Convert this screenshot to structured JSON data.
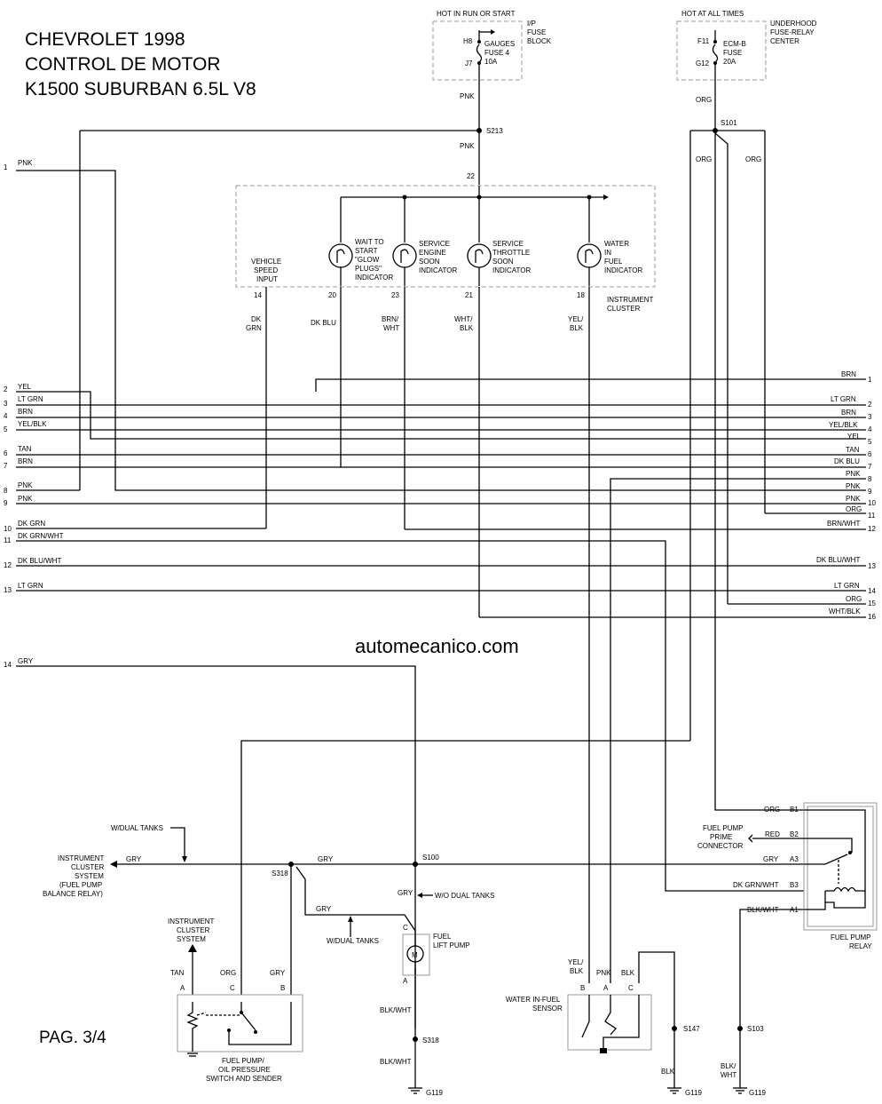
{
  "header": {
    "line1": "CHEVROLET 1998",
    "line2": "CONTROL DE MOTOR",
    "line3": "K1500 SUBURBAN 6.5L V8"
  },
  "page_label": "PAG. 3/4",
  "watermark": "automecanico.com",
  "fuse_ip": {
    "hot_label": "HOT IN RUN OR START",
    "title_1": "I/P",
    "title_2": "FUSE",
    "title_3": "BLOCK",
    "pin_top": "H8",
    "pin_bot": "J7",
    "name_1": "GAUGES",
    "name_2": "FUSE 4",
    "rating": "10A"
  },
  "fuse_ecm": {
    "hot_label": "HOT AT ALL TIMES",
    "title_1": "UNDERHOOD",
    "title_2": "FUSE-RELAY",
    "title_3": "CENTER",
    "pin_top": "F11",
    "pin_bot": "G12",
    "name_1": "ECM-B",
    "name_2": "FUSE",
    "rating": "20A"
  },
  "splices": {
    "s213": "S213",
    "s101": "S101",
    "s100": "S100",
    "s318a": "S318",
    "s318b": "S318",
    "s147": "S147",
    "s103": "S103"
  },
  "grounds": {
    "g1": "G119",
    "g2": "G119",
    "g3": "G119"
  },
  "wires": {
    "pnk_a": "PNK",
    "pnk_b": "PNK",
    "org_a": "ORG",
    "org_b": "ORG",
    "org_c": "ORG",
    "dk": "DK",
    "grn": "GRN",
    "dkblu": "DK BLU",
    "brn": "BRN/",
    "wht": "WHT",
    "whtslash": "WHT/",
    "blk": "BLK",
    "yelslash": "YEL/",
    "blk2": "BLK"
  },
  "cluster": {
    "pin22": "22",
    "vsi": [
      "VEHICLE",
      "SPEED",
      "INPUT"
    ],
    "wait": [
      "WAIT TO",
      "START",
      "\"GLOW",
      "PLUGS\"",
      "INDICATOR"
    ],
    "ses": [
      "SERVICE",
      "ENGINE",
      "SOON",
      "INDICATOR"
    ],
    "sts": [
      "SERVICE",
      "THROTTLE",
      "SOON",
      "INDICATOR"
    ],
    "wif": [
      "WATER",
      "IN",
      "FUEL",
      "INDICATOR"
    ],
    "pins": [
      "14",
      "20",
      "23",
      "21",
      "18"
    ],
    "name_1": "INSTRUMENT",
    "name_2": "CLUSTER"
  },
  "left_connectors": [
    {
      "num": "1",
      "color": "PNK"
    },
    {
      "num": "2",
      "color": "YEL"
    },
    {
      "num": "3",
      "color": "LT GRN"
    },
    {
      "num": "4",
      "color": "BRN"
    },
    {
      "num": "5",
      "color": "YEL/BLK"
    },
    {
      "num": "6",
      "color": "TAN"
    },
    {
      "num": "7",
      "color": "BRN"
    },
    {
      "num": "8",
      "color": "PNK"
    },
    {
      "num": "9",
      "color": "PNK"
    },
    {
      "num": "10",
      "color": "DK GRN"
    },
    {
      "num": "11",
      "color": "DK GRN/WHT"
    },
    {
      "num": "12",
      "color": "DK BLU/WHT"
    },
    {
      "num": "13",
      "color": "LT GRN"
    },
    {
      "num": "14",
      "color": "GRY"
    }
  ],
  "right_connectors": [
    {
      "num": "1",
      "color": "BRN"
    },
    {
      "num": "2",
      "color": "LT GRN"
    },
    {
      "num": "3",
      "color": "BRN"
    },
    {
      "num": "4",
      "color": "YEL/BLK"
    },
    {
      "num": "5",
      "color": "YEL"
    },
    {
      "num": "6",
      "color": "TAN"
    },
    {
      "num": "7",
      "color": "DK BLU"
    },
    {
      "num": "8",
      "color": "PNK"
    },
    {
      "num": "9",
      "color": "PNK"
    },
    {
      "num": "10",
      "color": "PNK"
    },
    {
      "num": "11",
      "color": "ORG"
    },
    {
      "num": "12",
      "color": "BRN/WHT"
    },
    {
      "num": "13",
      "color": "DK BLU/WHT"
    },
    {
      "num": "14",
      "color": "LT GRN"
    },
    {
      "num": "15",
      "color": "ORG"
    },
    {
      "num": "16",
      "color": "WHT/BLK"
    }
  ],
  "lower": {
    "wdual_1": "W/DUAL TANKS",
    "wdual_2": "W/DUAL TANKS",
    "wodual": "W/O DUAL TANKS",
    "ic_sys": [
      "INSTRUMENT",
      "CLUSTER",
      "SYSTEM",
      "(FUEL PUMP",
      "BALANCE RELAY)"
    ],
    "ic_sys2": [
      "INSTRUMENT",
      "CLUSTER",
      "SYSTEM"
    ],
    "gry1": "GRY",
    "gry2": "GRY",
    "gry3": "GRY",
    "gry4": "GRY",
    "gry5": "GRY",
    "tan": "TAN",
    "org": "ORG",
    "gry_b": "GRY",
    "pin_a": "A",
    "pin_c": "C",
    "pin_b": "B",
    "switch": [
      "FUEL PUMP/",
      "OIL PRESSURE",
      "SWITCH AND SENDER"
    ],
    "lift": [
      "FUEL",
      "LIFT PUMP"
    ],
    "lift_c": "C",
    "lift_a": "A",
    "motor": "M",
    "blkwht1": "BLK/WHT",
    "blkwht2": "BLK/WHT",
    "wif": [
      "WATER IN-FUEL",
      "SENSOR"
    ],
    "wif_wires": [
      "YEL/",
      "BLK",
      "PNK",
      "BLK"
    ],
    "wif_pins": [
      "B",
      "A",
      "C"
    ],
    "blk_s147": "BLK",
    "blkwht_s103": [
      "BLK/",
      "WHT"
    ]
  },
  "relay": {
    "name_1": "FUEL PUMP",
    "name_2": "RELAY",
    "prime_1": "FUEL PUMP",
    "prime_2": "PRIME",
    "prime_3": "CONNECTOR",
    "rows": [
      {
        "color": "ORG",
        "pin": "B1"
      },
      {
        "color": "RED",
        "pin": "B2"
      },
      {
        "color": "GRY",
        "pin": "A3"
      },
      {
        "color": "DK GRN/WHT",
        "pin": "B3"
      },
      {
        "color": "BLK/WHT",
        "pin": "A1"
      }
    ]
  }
}
